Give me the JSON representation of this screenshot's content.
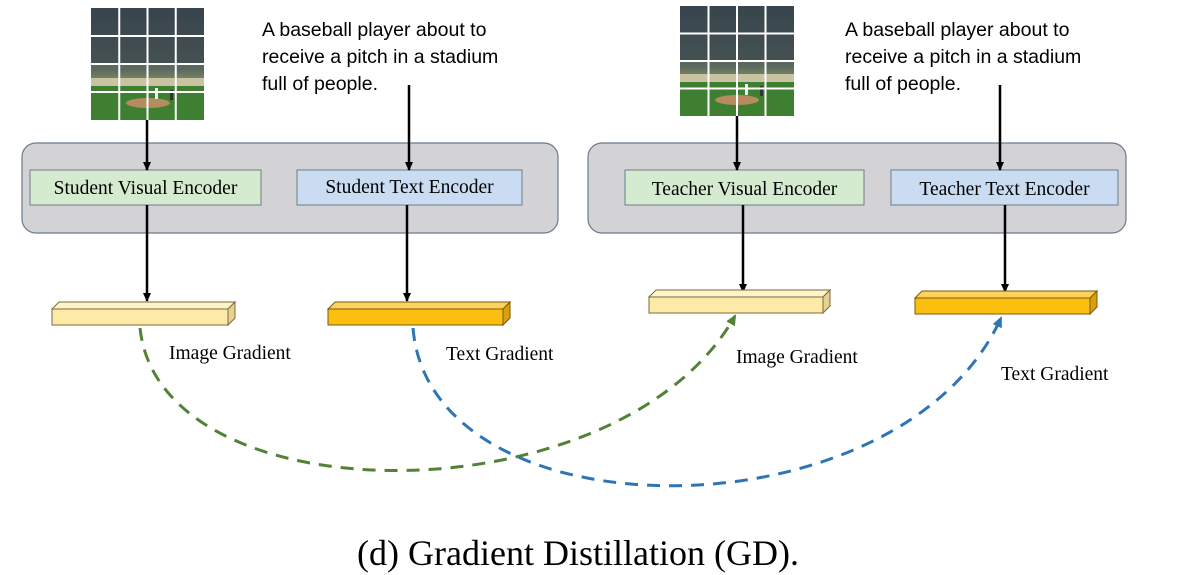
{
  "student": {
    "caption": [
      "A baseball player about to",
      "receive a pitch in a stadium",
      "full of people."
    ],
    "visual_encoder": "Student Visual Encoder",
    "text_encoder": "Student Text Encoder"
  },
  "teacher": {
    "caption": [
      "A baseball player about to",
      "receive a pitch in a stadium",
      "full of people."
    ],
    "visual_encoder": "Teacher Visual Encoder",
    "text_encoder": "Teacher Text Encoder"
  },
  "gradients": {
    "student_image": "Image Gradient",
    "student_text": "Text Gradient",
    "teacher_image": "Image Gradient",
    "teacher_text": "Text Gradient"
  },
  "caption": "(d) Gradient Distillation (GD).",
  "colors": {
    "group_fill": "#d3d3d5",
    "visual_encoder_fill": "#d5ebd0",
    "text_encoder_fill": "#c9dcf1",
    "image_feature": "#fde9a8",
    "text_feature": "#fbbf10",
    "image_gradient_line": "#538135",
    "text_gradient_line": "#2e75b6"
  }
}
